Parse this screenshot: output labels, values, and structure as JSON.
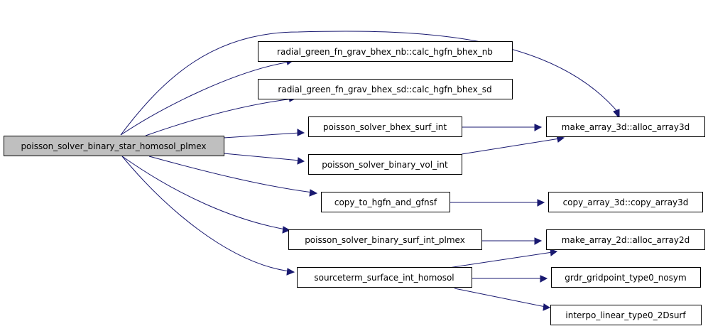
{
  "colors": {
    "root_fill": "#bfbfbf",
    "node_fill": "#ffffff",
    "edge": "#191970"
  },
  "nodes": [
    {
      "id": "root",
      "label": "poisson_solver_binary_star_homosol_plmex"
    },
    {
      "id": "n1",
      "label": "radial_green_fn_grav_bhex_nb::calc_hgfn_bhex_nb"
    },
    {
      "id": "n2",
      "label": "radial_green_fn_grav_bhex_sd::calc_hgfn_bhex_sd"
    },
    {
      "id": "n3",
      "label": "poisson_solver_bhex_surf_int"
    },
    {
      "id": "n4",
      "label": "poisson_solver_binary_vol_int"
    },
    {
      "id": "n5",
      "label": "copy_to_hgfn_and_gfnsf"
    },
    {
      "id": "n6",
      "label": "poisson_solver_binary_surf_int_plmex"
    },
    {
      "id": "n7",
      "label": "sourceterm_surface_int_homosol"
    },
    {
      "id": "n8",
      "label": "make_array_3d::alloc_array3d"
    },
    {
      "id": "n9",
      "label": "copy_array_3d::copy_array3d"
    },
    {
      "id": "n10",
      "label": "make_array_2d::alloc_array2d"
    },
    {
      "id": "n11",
      "label": "grdr_gridpoint_type0_nosym"
    },
    {
      "id": "n12",
      "label": "interpo_linear_type0_2Dsurf"
    }
  ],
  "edges": [
    {
      "from": "root",
      "to": "n1"
    },
    {
      "from": "root",
      "to": "n2"
    },
    {
      "from": "root",
      "to": "n3"
    },
    {
      "from": "root",
      "to": "n4"
    },
    {
      "from": "root",
      "to": "n5"
    },
    {
      "from": "root",
      "to": "n6"
    },
    {
      "from": "root",
      "to": "n7"
    },
    {
      "from": "root",
      "to": "n8"
    },
    {
      "from": "n3",
      "to": "n8"
    },
    {
      "from": "n4",
      "to": "n8"
    },
    {
      "from": "n5",
      "to": "n9"
    },
    {
      "from": "n6",
      "to": "n10"
    },
    {
      "from": "n7",
      "to": "n10"
    },
    {
      "from": "n7",
      "to": "n11"
    },
    {
      "from": "n7",
      "to": "n12"
    }
  ]
}
